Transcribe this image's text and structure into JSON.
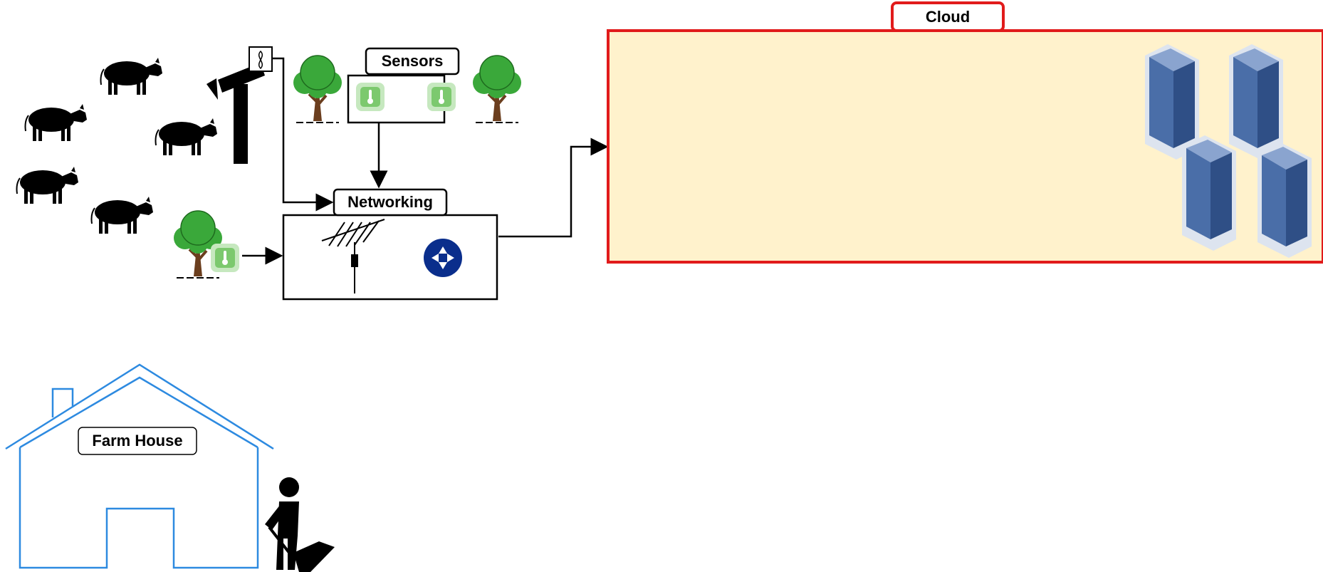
{
  "cloud": {
    "label": "Cloud",
    "border_color": "#e11b1b",
    "fill_color": "#fff2cc"
  },
  "sensors": {
    "label": "Sensors"
  },
  "networking": {
    "label": "Networking",
    "router_color": "#0a2e8c"
  },
  "farm_house": {
    "label": "Farm House",
    "outline_color": "#2d8ae0"
  },
  "colors": {
    "sensor_green": "#7cc96e",
    "tree_green": "#3aa83a",
    "tree_trunk": "#6b3e1e",
    "server_blue": "#4a6ea8"
  },
  "icons": [
    "cow-icon",
    "tree-icon",
    "temperature-sensor-icon",
    "camera-pole-icon",
    "antenna-icon",
    "router-icon",
    "server-rack-icon",
    "farmer-icon",
    "house-icon"
  ]
}
